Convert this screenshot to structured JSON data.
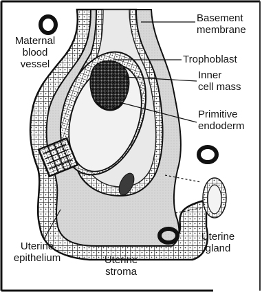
{
  "diagram": {
    "labels": {
      "basement_membrane": [
        "Basement",
        "membrane"
      ],
      "maternal_blood_vessel": [
        "Maternal",
        "blood",
        "vessel"
      ],
      "trophoblast": "Trophoblast",
      "inner_cell_mass": [
        "Inner",
        "cell mass"
      ],
      "primitive_endoderm": [
        "Primitive",
        "endoderm"
      ],
      "uterine_gland": [
        "Uterine",
        "gland"
      ],
      "uterine_epithelium": [
        "Uterine",
        "epithelium"
      ],
      "uterine_stroma": [
        "Uterine",
        "stroma"
      ]
    }
  }
}
